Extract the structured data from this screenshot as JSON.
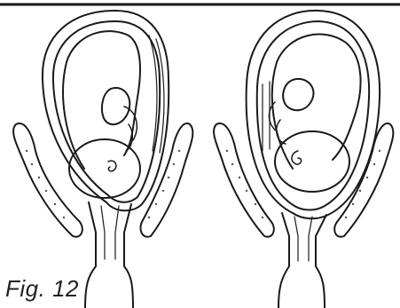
{
  "figure": {
    "label": "Fig. 12",
    "colors": {
      "ink": "#1a1a1a",
      "paper": "#ffffff",
      "dots": "#555555"
    },
    "panels": [
      {
        "name": "left",
        "content": "fetus-in-uterus-head-down"
      },
      {
        "name": "right",
        "content": "fetus-in-uterus-head-down"
      }
    ]
  }
}
